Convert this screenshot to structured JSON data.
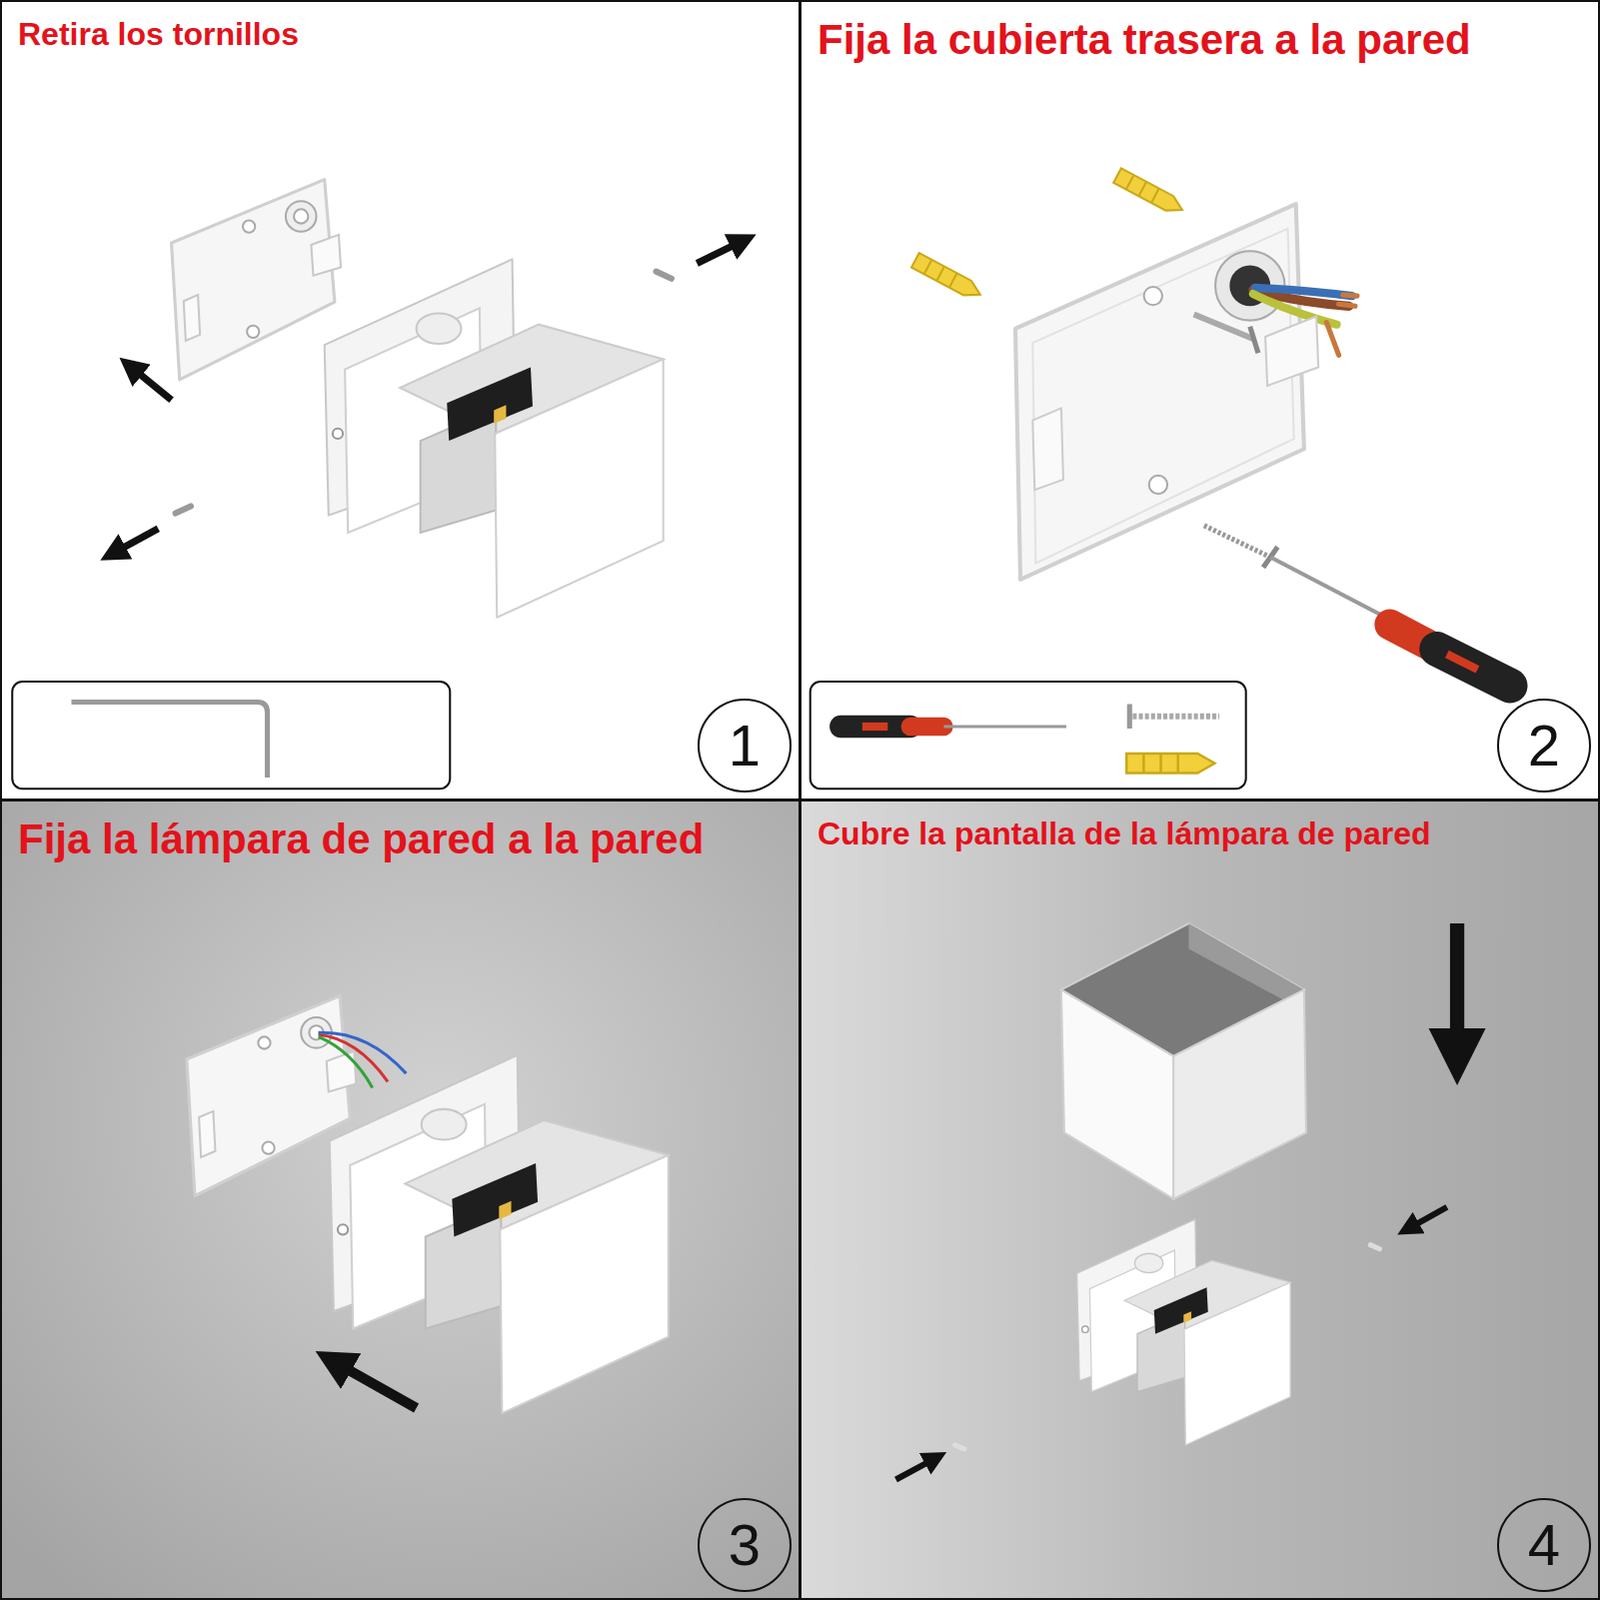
{
  "diagram": {
    "nodes": [
      {
        "text": [
          "Retira los tornillos"
        ]
      },
      {
        "text": [
          "1"
        ],
        "in": 0
      },
      {
        "text": [
          "Fija la cubierta trasera a la pared"
        ]
      },
      {
        "text": [
          "2"
        ],
        "in": 2
      },
      {
        "text": [
          "Fija la lámpara de pared a la pared"
        ]
      },
      {
        "text": [
          "3"
        ],
        "in": 4
      },
      {
        "text": [
          "Cubre la pantalla de la lámpara de pared"
        ]
      },
      {
        "text": [
          "4"
        ],
        "in": 6
      }
    ]
  }
}
